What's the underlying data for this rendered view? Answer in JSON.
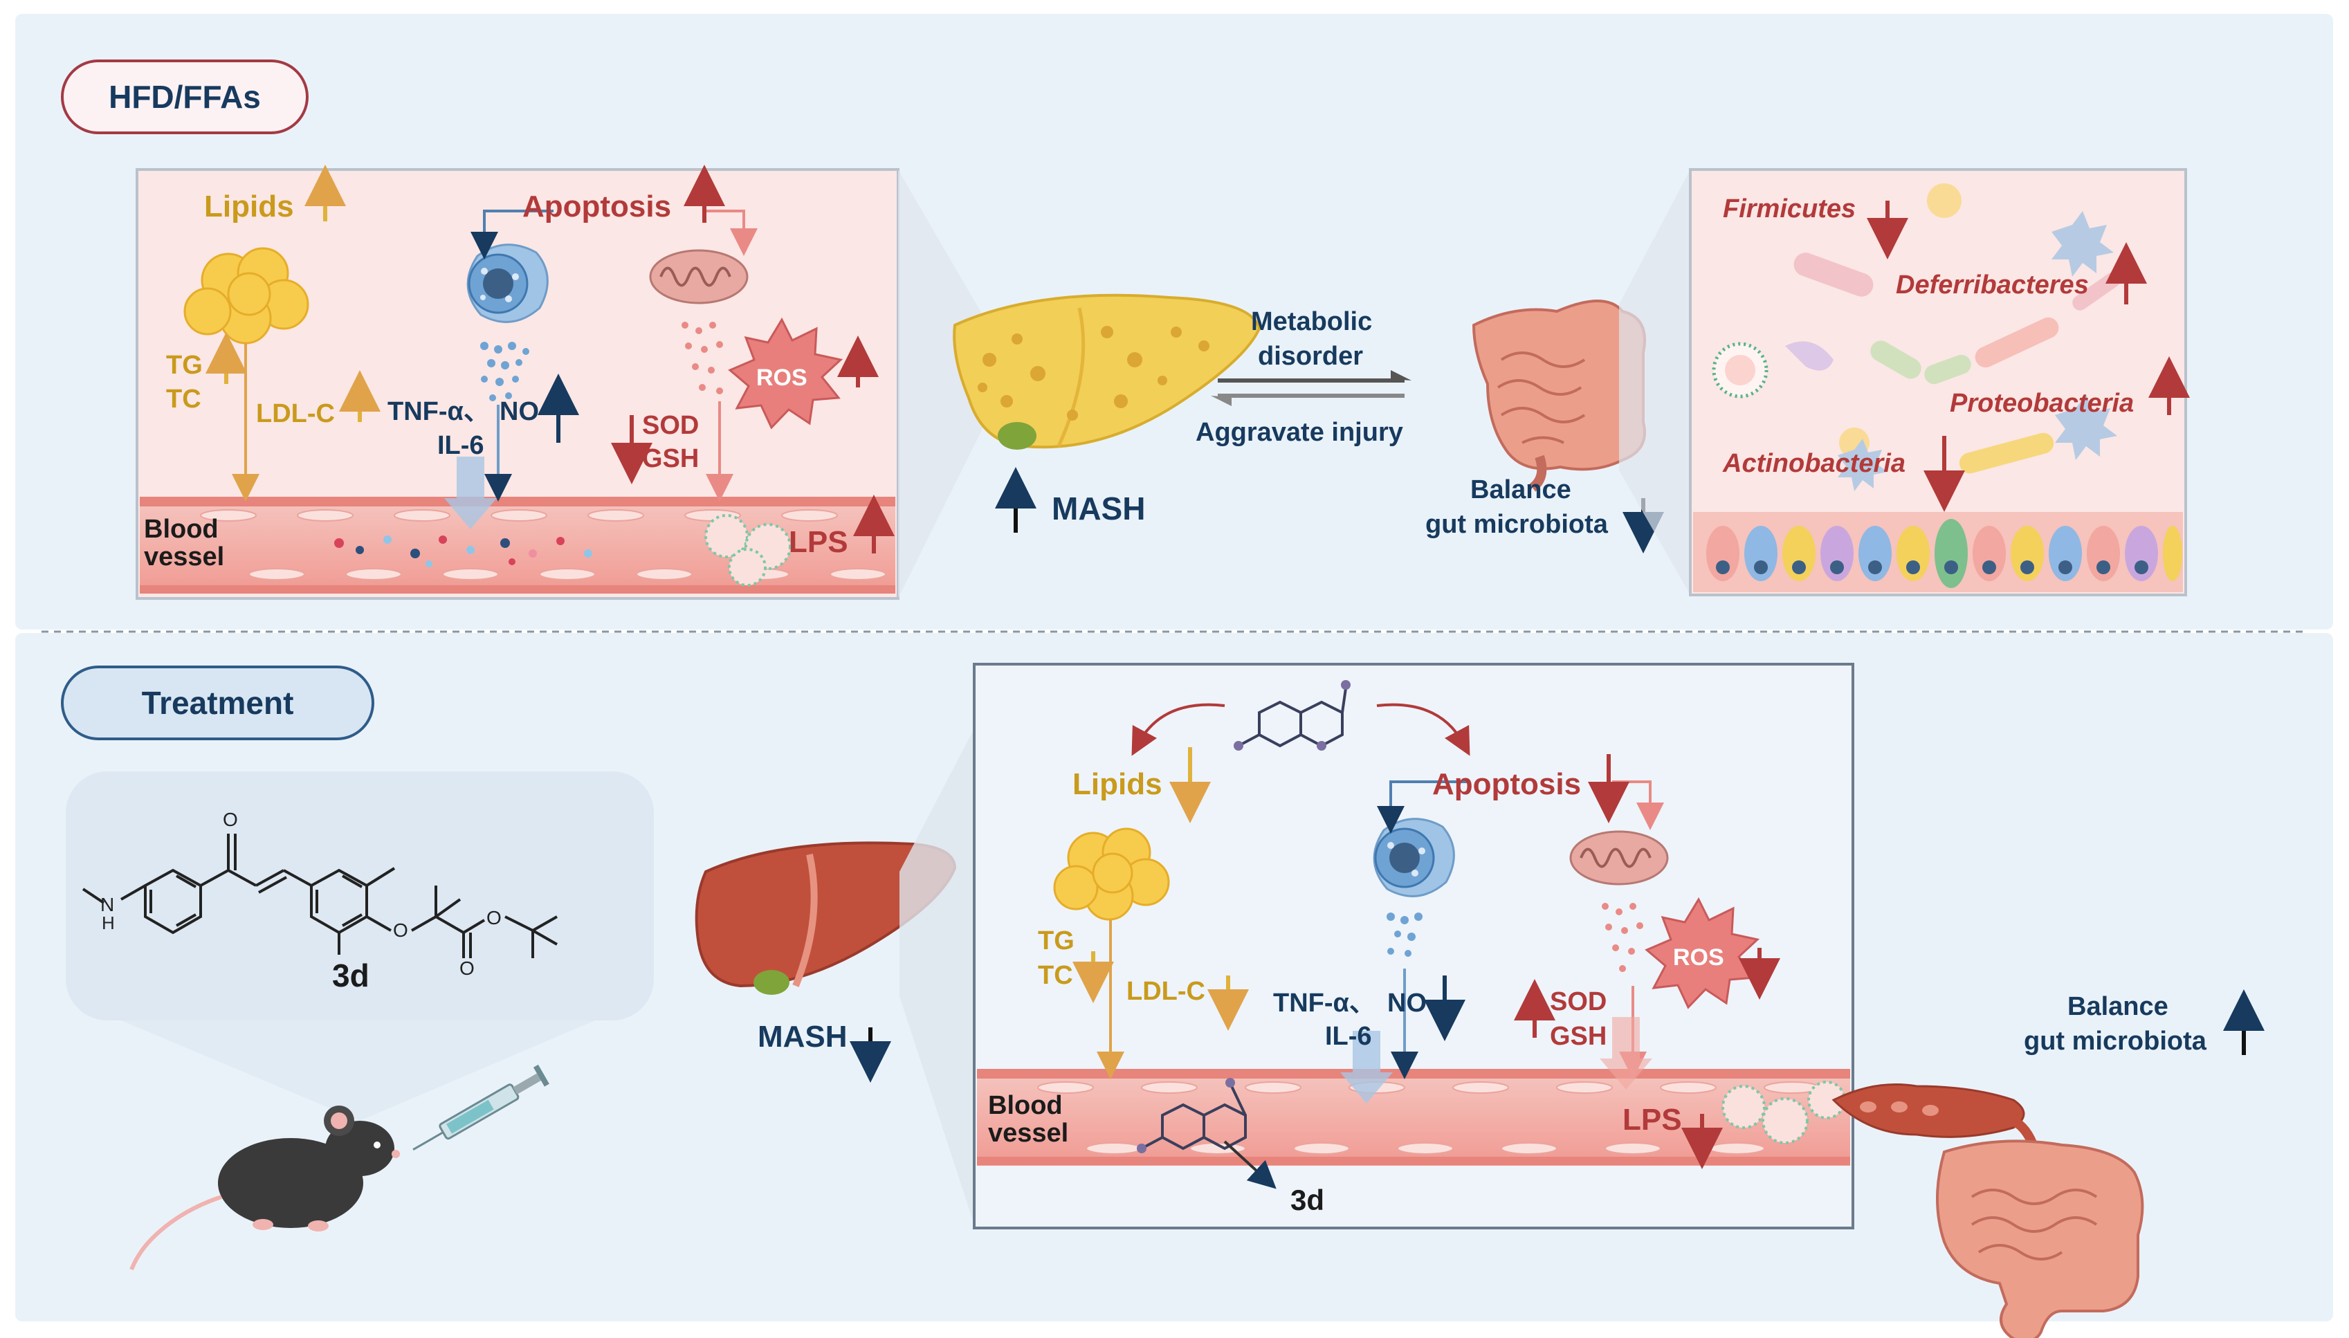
{
  "sections": {
    "top_tag": "HFD/FFAs",
    "bottom_tag": "Treatment"
  },
  "top_liver_panel": {
    "lipids": "Lipids",
    "apoptosis": "Apoptosis",
    "tg": "TG",
    "tc": "TC",
    "ldl_c": "LDL-C",
    "tnf_alpha": "TNF-α、",
    "no": "NO",
    "il6": "IL-6",
    "ros": "ROS",
    "sod": "SOD",
    "gsh": "GSH",
    "lps": "LPS",
    "blood_vessel_1": "Blood",
    "blood_vessel_2": "vessel"
  },
  "center_top": {
    "metabolic_1": "Metabolic",
    "metabolic_2": "disorder",
    "aggravate": "Aggravate injury",
    "mash": "MASH",
    "balance_1": "Balance",
    "balance_2": "gut microbiota"
  },
  "gut_panel": {
    "firmicutes": "Firmicutes",
    "deferribacteres": "Deferribacteres",
    "proteobacteria": "Proteobacteria",
    "actinobacteria": "Actinobacteria"
  },
  "compound": {
    "label": "3d",
    "nh": "N",
    "h": "H",
    "o1": "O",
    "o2": "O",
    "o3": "O",
    "o4": "O"
  },
  "treatment_liver": {
    "mash": "MASH"
  },
  "bottom_panel": {
    "lipids": "Lipids",
    "apoptosis": "Apoptosis",
    "tg": "TG",
    "tc": "TC",
    "ldl_c": "LDL-C",
    "tnf_alpha": "TNF-α、",
    "no": "NO",
    "il6": "IL-6",
    "ros": "ROS",
    "sod": "SOD",
    "gsh": "GSH",
    "lps": "LPS",
    "blood_vessel_1": "Blood",
    "blood_vessel_2": "vessel",
    "drug_label": "3d"
  },
  "bottom_right": {
    "balance_1": "Balance",
    "balance_2": "gut microbiota"
  },
  "colors": {
    "navy": "#173a5e",
    "gold": "#c99a1c",
    "dark_red": "#b23a3a",
    "panel_pink": "#fbe7e5",
    "vessel": "#f3b3ad",
    "bg_blue": "#eaf2f9",
    "liver_yellow": "#f2cf57",
    "liver_red": "#c0503c"
  }
}
